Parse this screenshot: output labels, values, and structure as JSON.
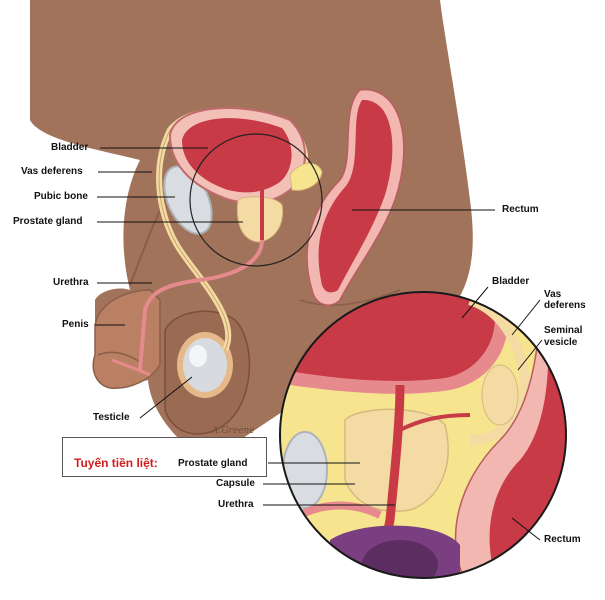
{
  "labels": {
    "bladder": "Bladder",
    "vas_deferens": "Vas deferens",
    "pubic_bone": "Pubic bone",
    "prostate_gland": "Prostate gland",
    "urethra": "Urethra",
    "penis": "Penis",
    "testicle": "Testicle",
    "rectum": "Rectum"
  },
  "inset_labels": {
    "bladder": "Bladder",
    "vas_line1": "Vas",
    "vas_line2": "deferens",
    "seminal_line1": "Seminal",
    "seminal_line2": "vesicle",
    "rectum": "Rectum",
    "prostate_gland": "Prostate gland",
    "capsule": "Capsule",
    "urethra": "Urethra"
  },
  "callout": {
    "vietnamese": "Tuyến tiền liệt:"
  },
  "signature": "A.Greene",
  "colors": {
    "skin": "#a2735b",
    "skin_dark": "#8a5e48",
    "organ_red": "#c83a45",
    "organ_light": "#e68a8e",
    "bone": "#d9dde2",
    "gland": "#f3dba3",
    "fat_yellow": "#f6e48e",
    "purple": "#7a3f80",
    "callout_red": "#d21c1c"
  }
}
